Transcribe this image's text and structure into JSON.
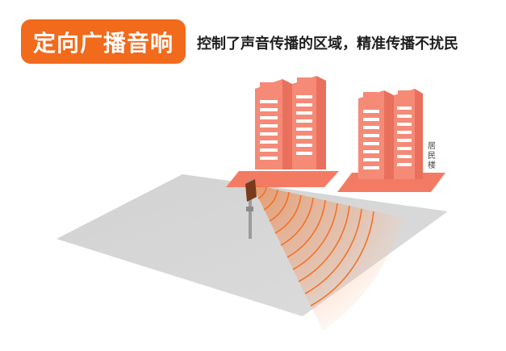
{
  "header": {
    "badge_label": "定向广播音响",
    "subtitle": "控制了声音传播的区域，精准传播不扰民"
  },
  "scene": {
    "building_label": "居民楼",
    "accent_color": "#f26a1b",
    "building_color": "#f58a77",
    "ground_color": "#d6d6d6"
  }
}
